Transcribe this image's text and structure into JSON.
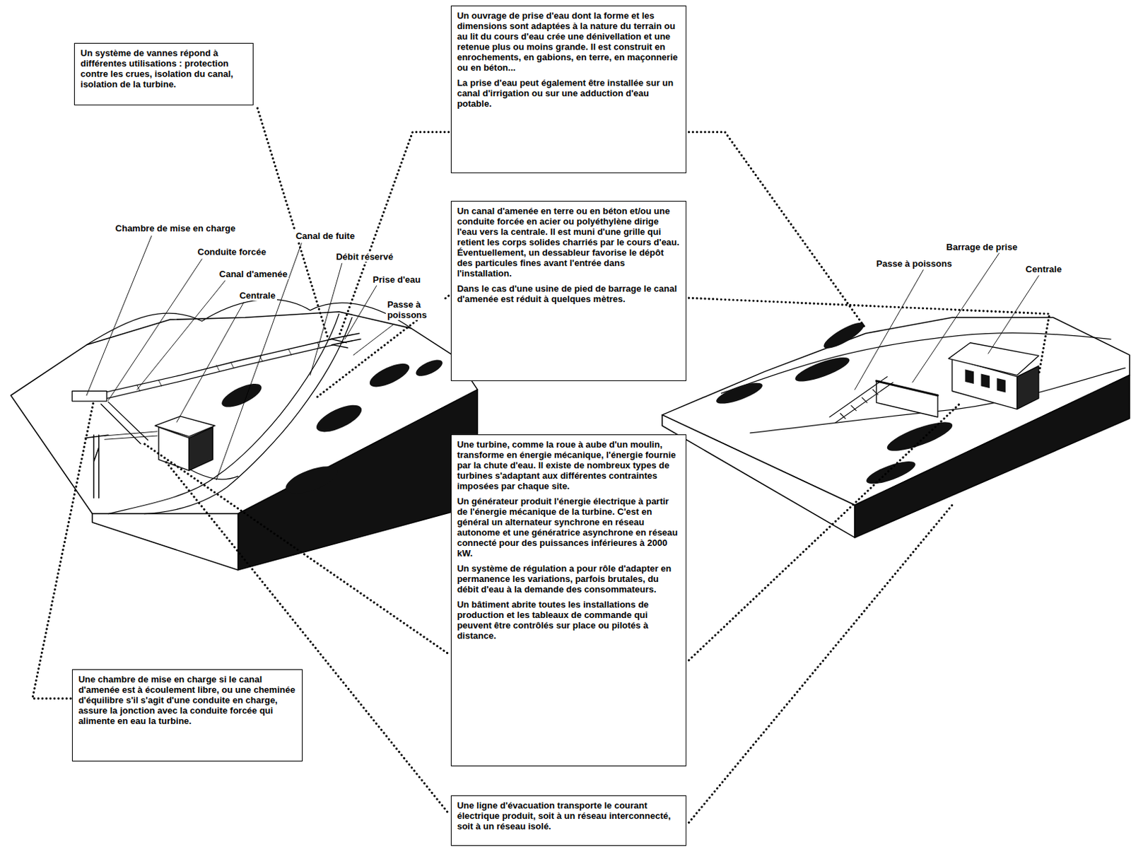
{
  "diagram": {
    "nodes": [
      {
        "text": [
          "Un système de vannes répond à différentes utilisations : protection contre les crues, isolation du canal, isolation de la turbine."
        ]
      },
      {
        "text": [
          "Un ouvrage de prise d'eau dont la forme et les dimensions sont adaptées à la nature du terrain ou au lit du cours d'eau crée une dénivellation et une retenue plus ou moins grande. Il est construit en enrochements, en gabions, en terre, en maçonnerie ou en béton...",
          "La prise d'eau peut également être installée sur un canal d'irrigation ou sur une adduction d'eau potable."
        ]
      },
      {
        "text": [
          "Un canal d'amenée en terre ou en béton et/ou une conduite forcée en acier ou polyéthylène dirige l'eau vers la centrale. Il est muni d'une grille qui retient les corps solides charriés par le cours d'eau. Éventuellement, un dessableur favorise le dépôt des particules fines avant l'entrée dans l'installation.",
          "Dans le cas d'une usine de pied de barrage le canal d'amenée est réduit à quelques mètres."
        ]
      },
      {
        "text": [
          "Une turbine, comme la roue à aube d'un moulin, transforme en énergie mécanique, l'énergie fournie par la chute d'eau. Il existe de nombreux types de turbines s'adaptant aux différentes contraintes imposées par chaque site.",
          "Un générateur produit l'énergie électrique à partir de l'énergie mécanique de la turbine. C'est en général un alternateur synchrone en réseau autonome et une génératrice asynchrone en réseau connecté pour des puissances inférieures à 2000 kW.",
          "Un système de régulation a pour rôle d'adapter en permanence les variations, parfois brutales, du débit d'eau à la demande des consommateurs.",
          "Un bâtiment abrite toutes les installations de production et les tableaux de commande qui peuvent être contrôlés sur place ou pilotés à distance."
        ]
      },
      {
        "text": [
          "Une chambre de mise en charge si le canal d'amenée est à écoulement libre, ou une cheminée d'équilibre s'il s'agit d'une conduite en charge, assure la jonction avec la conduite forcée qui alimente en eau la turbine."
        ]
      },
      {
        "text": [
          "Une ligne d'évacuation transporte le courant électrique produit, soit à un réseau interconnecté, soit à un réseau isolé."
        ]
      }
    ],
    "labels": [
      "Chambre de mise en charge",
      "Conduite forcée",
      "Canal d'amenée",
      "Centrale",
      "Canal de fuite",
      "Débit réservé",
      "Prise d'eau",
      "Passe à poissons",
      "Barrage de prise",
      "Passe à poissons",
      "Centrale"
    ]
  }
}
